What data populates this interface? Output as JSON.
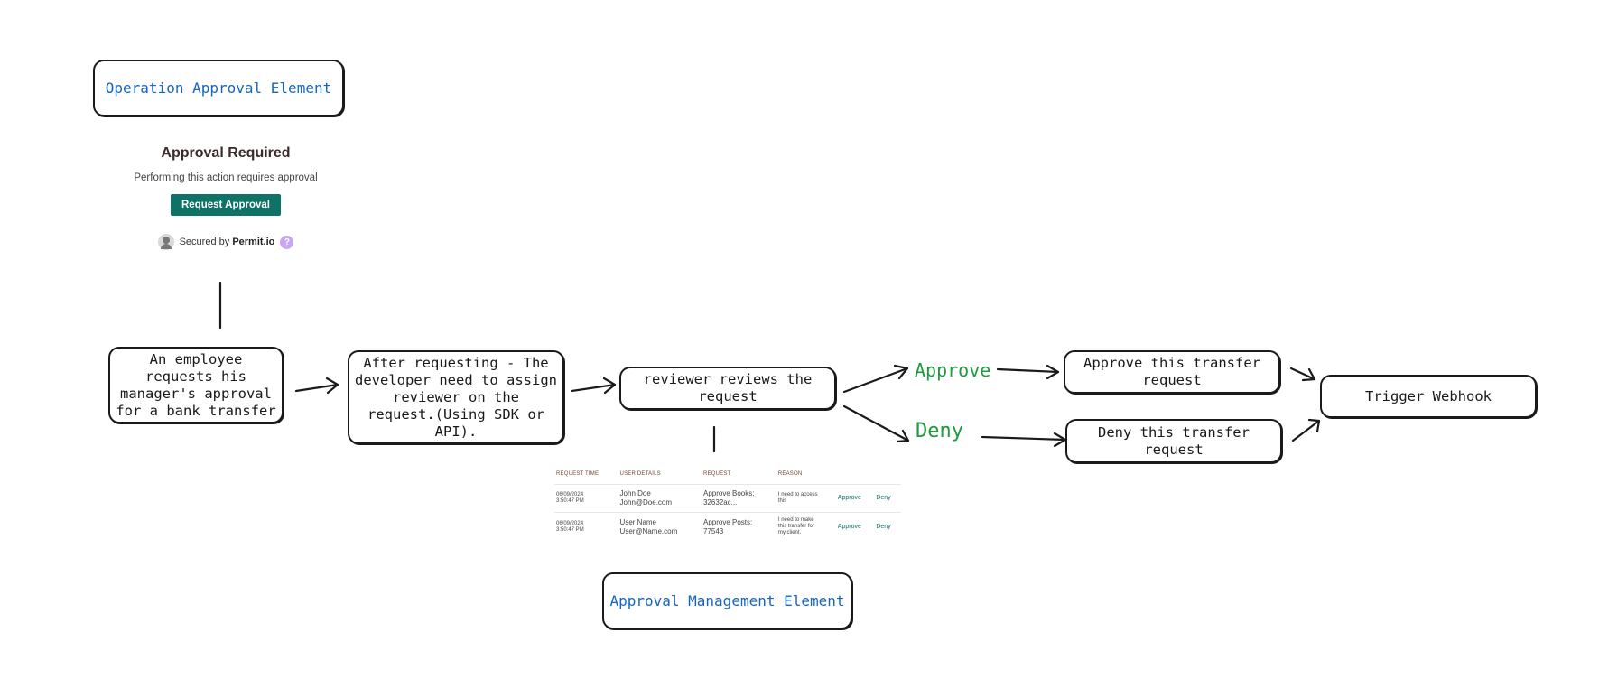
{
  "titles": {
    "operation": "Operation Approval Element",
    "management": "Approval Management Element"
  },
  "widget": {
    "title": "Approval Required",
    "subtitle": "Performing this action requires approval",
    "button": "Request Approval",
    "secured_by": "Secured by",
    "brand": "Permit.io",
    "help": "?"
  },
  "flow": {
    "employee": [
      "An employee",
      "requests his",
      "manager's approval",
      "for a bank transfer"
    ],
    "developer": [
      "After requesting - The",
      "developer need to assign",
      "reviewer on the",
      "request.(Using SDK or",
      "API)."
    ],
    "reviewer": [
      "reviewer reviews the",
      "request"
    ],
    "approve_label": "Approve",
    "deny_label": "Deny",
    "approve_box": [
      "Approve this transfer",
      "request"
    ],
    "deny_box": [
      "Deny this transfer",
      "request"
    ],
    "webhook": "Trigger Webhook"
  },
  "table": {
    "headers": [
      "REQUEST TIME",
      "USER DETAILS",
      "REQUEST",
      "REASON",
      "",
      ""
    ],
    "rows": [
      {
        "time": [
          "06/09/2024",
          "3:50:47 PM"
        ],
        "user": [
          "John Doe",
          "John@Doe.com"
        ],
        "request": [
          "Approve Books:",
          "32632ac..."
        ],
        "reason": [
          "I need to access",
          "this"
        ],
        "approve": "Approve",
        "deny": "Deny"
      },
      {
        "time": [
          "06/09/2024",
          "3:50:47 PM"
        ],
        "user": [
          "User Name",
          "User@Name.com"
        ],
        "request": [
          "Approve Posts:",
          "77543"
        ],
        "reason": [
          "I need to make",
          "this transfer for",
          "my client."
        ],
        "approve": "Approve",
        "deny": "Deny"
      }
    ]
  },
  "colors": {
    "title_blue": "#1565c0",
    "decision_green": "#1e9b3d",
    "button_teal": "#0e7366",
    "stroke": "#1a1a1a"
  }
}
